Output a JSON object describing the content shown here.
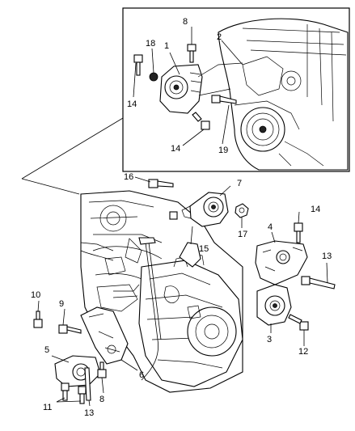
{
  "callouts": {
    "c1": "1",
    "c2": "2",
    "c3": "3",
    "c4": "4",
    "c5": "5",
    "c6": "6",
    "c7": "7",
    "c8a": "8",
    "c8b": "8",
    "c9": "9",
    "c10": "10",
    "c11": "11",
    "c12": "12",
    "c13a": "13",
    "c13b": "13",
    "c14a": "14",
    "c14b": "14",
    "c14c": "14",
    "c15": "15",
    "c16": "16",
    "c17": "17",
    "c18": "18",
    "c19": "19"
  }
}
